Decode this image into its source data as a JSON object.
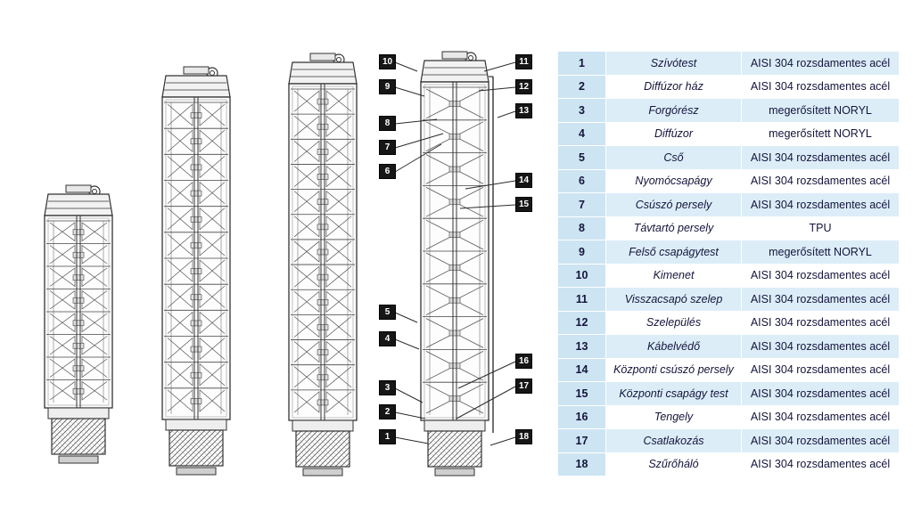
{
  "diagram": {
    "callouts": [
      "10",
      "9",
      "8",
      "7",
      "6",
      "5",
      "4",
      "3",
      "2",
      "1",
      "11",
      "12",
      "13",
      "14",
      "15",
      "16",
      "17",
      "18"
    ]
  },
  "table": {
    "rows": [
      {
        "num": "1",
        "part": "Szívótest",
        "material": "AISI 304 rozsdamentes acél"
      },
      {
        "num": "2",
        "part": "Diffúzor ház",
        "material": "AISI 304 rozsdamentes acél"
      },
      {
        "num": "3",
        "part": "Forgórész",
        "material": "megerősített NORYL"
      },
      {
        "num": "4",
        "part": "Diffúzor",
        "material": "megerősített NORYL"
      },
      {
        "num": "5",
        "part": "Cső",
        "material": "AISI 304 rozsdamentes acél"
      },
      {
        "num": "6",
        "part": "Nyomócsapágy",
        "material": "AISI 304 rozsdamentes acél"
      },
      {
        "num": "7",
        "part": "Csúszó persely",
        "material": "AISI 304 rozsdamentes acél"
      },
      {
        "num": "8",
        "part": "Távtartó persely",
        "material": "TPU"
      },
      {
        "num": "9",
        "part": "Felső csapágytest",
        "material": "megerősített NORYL"
      },
      {
        "num": "10",
        "part": "Kimenet",
        "material": "AISI 304 rozsdamentes acél"
      },
      {
        "num": "11",
        "part": "Visszacsapó szelep",
        "material": "AISI 304 rozsdamentes acél"
      },
      {
        "num": "12",
        "part": "Szelepülés",
        "material": "AISI 304 rozsdamentes acél"
      },
      {
        "num": "13",
        "part": "Kábelvédő",
        "material": "AISI 304 rozsdamentes acél"
      },
      {
        "num": "14",
        "part": "Központi csúszó persely",
        "material": "AISI 304 rozsdamentes acél"
      },
      {
        "num": "15",
        "part": "Központi csapágy test",
        "material": "AISI 304 rozsdamentes acél"
      },
      {
        "num": "16",
        "part": "Tengely",
        "material": "AISI 304 rozsdamentes acél"
      },
      {
        "num": "17",
        "part": "Csatlakozás",
        "material": "AISI 304 rozsdamentes acél"
      },
      {
        "num": "18",
        "part": "Szűrőháló",
        "material": "AISI 304 rozsdamentes acél"
      }
    ]
  },
  "colors": {
    "row_alt": "#dcedf8",
    "number_column": "#cde4f2",
    "badge_bg": "#161616",
    "line_art": "#333333"
  }
}
